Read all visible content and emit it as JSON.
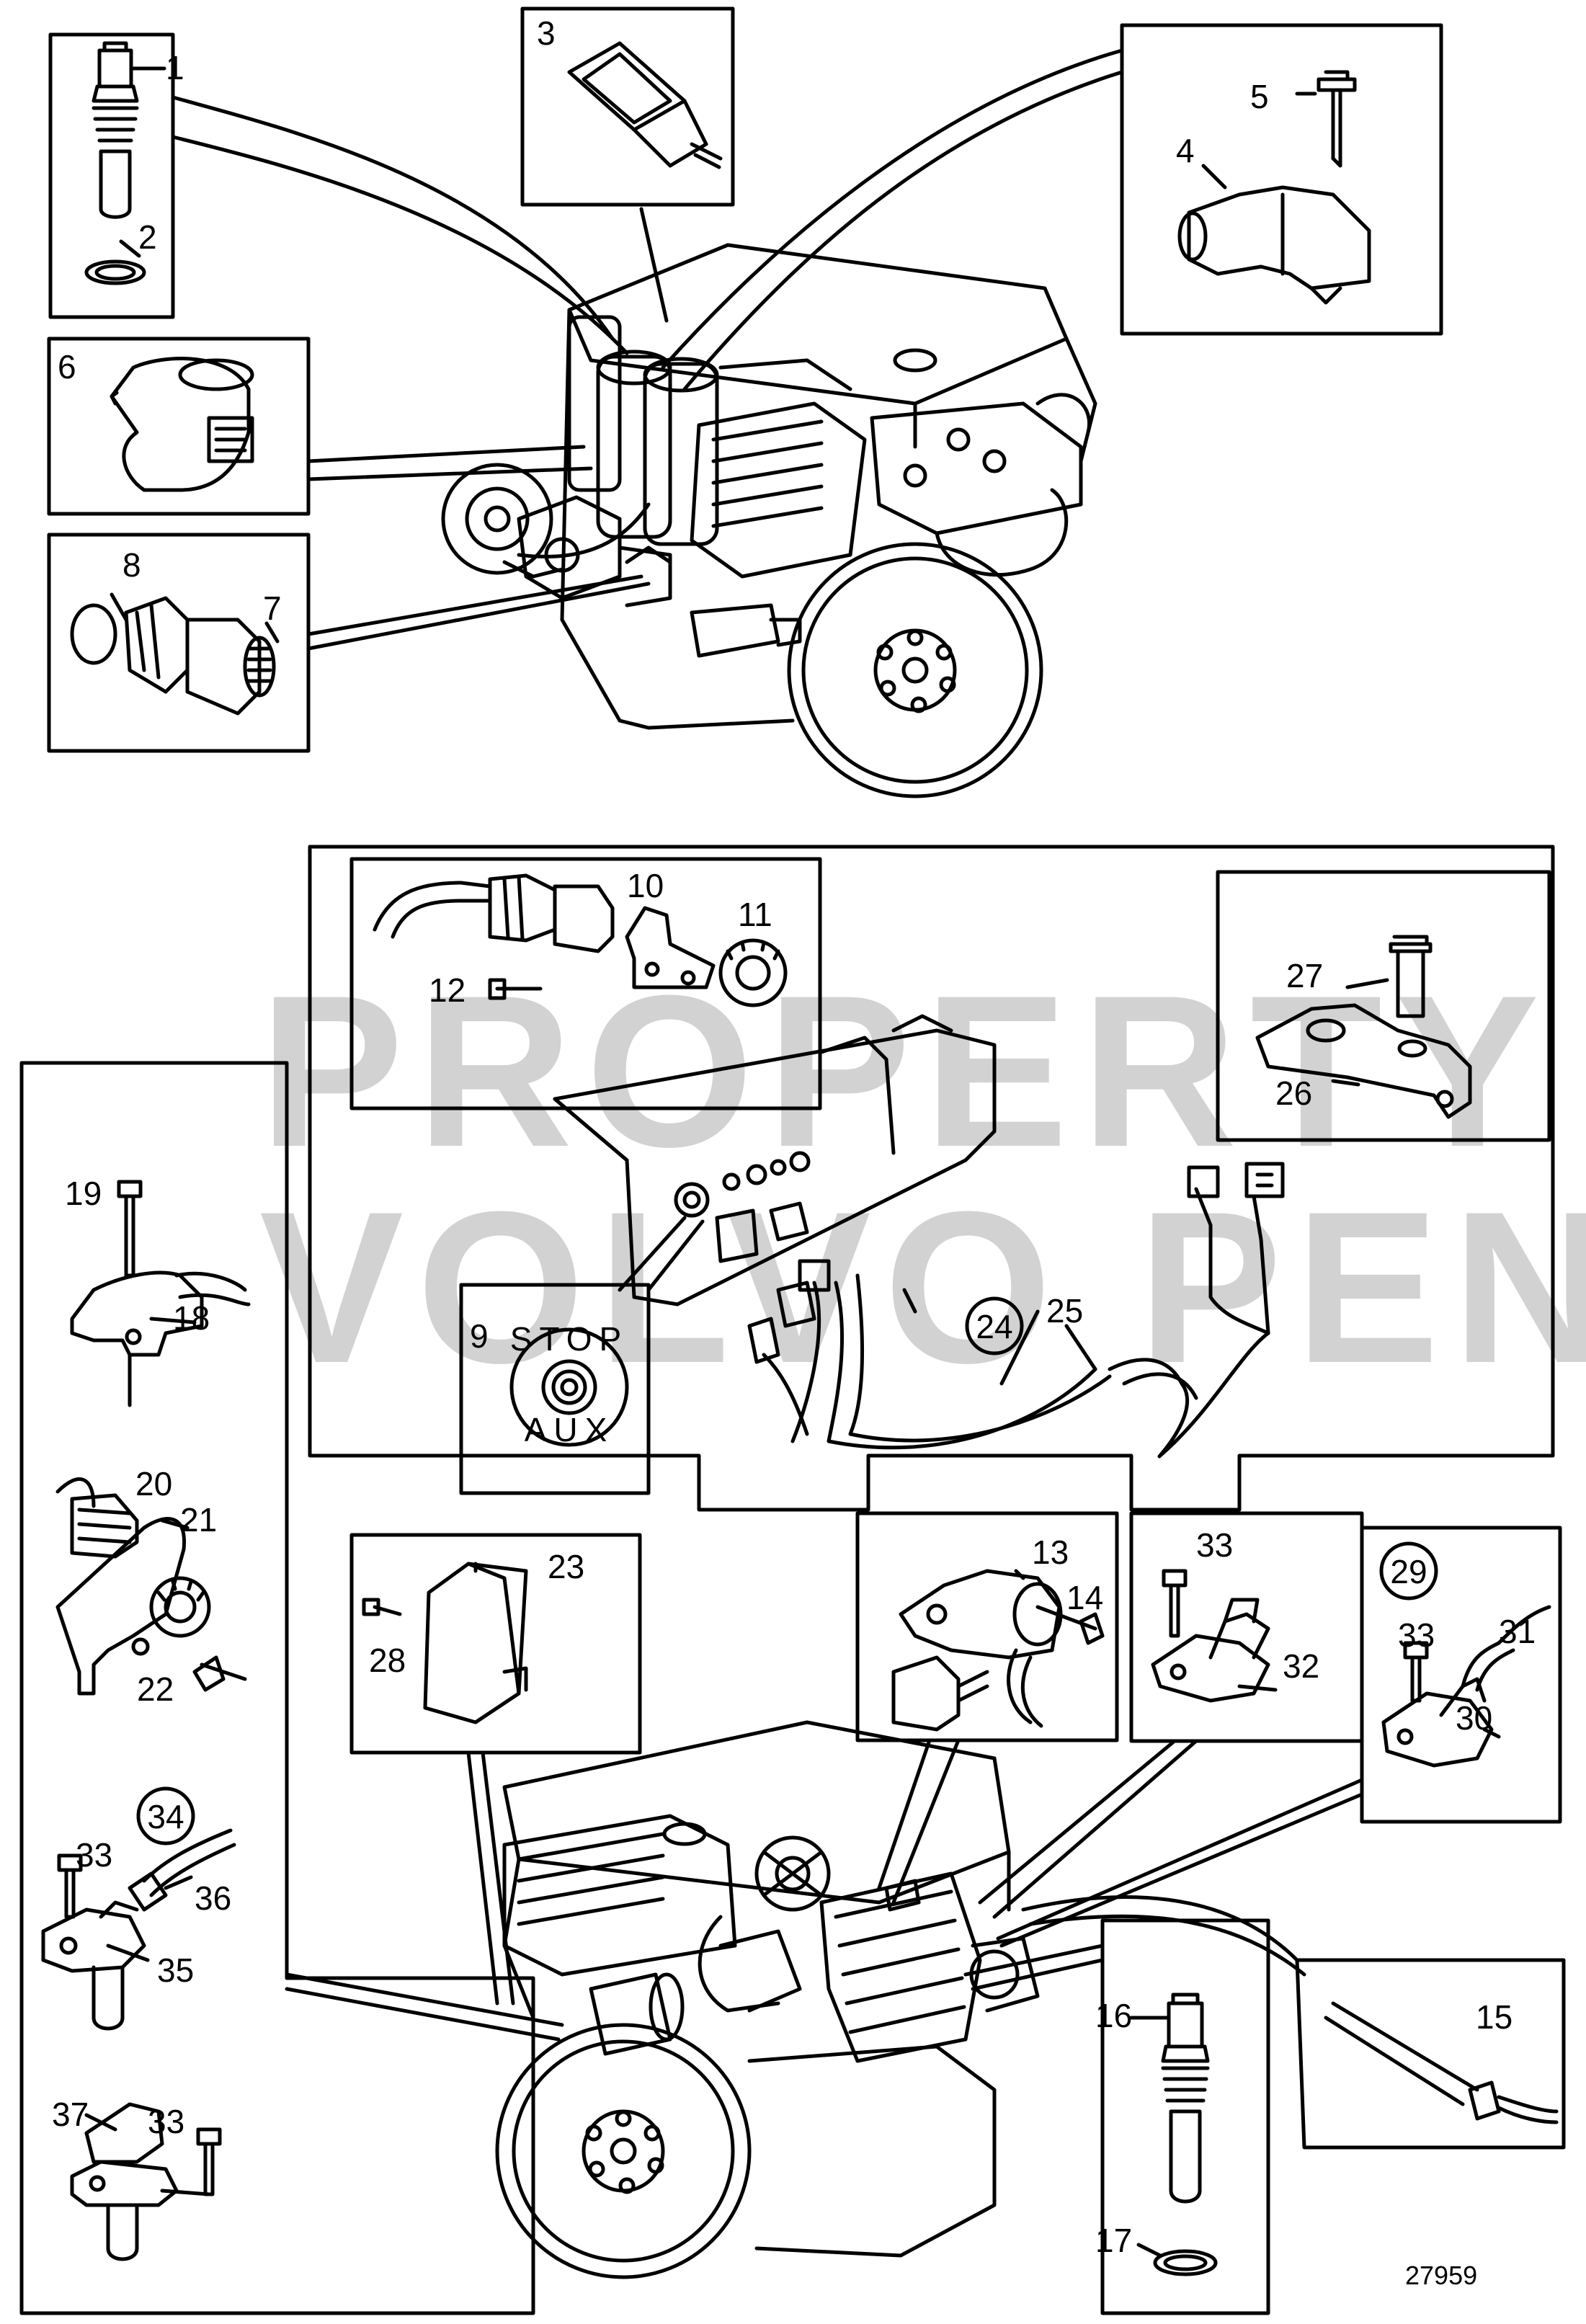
{
  "diagram": {
    "sheet_number": "27959",
    "watermark": [
      "PROPERTY OF",
      "VOLVO PENTA"
    ],
    "stop_button": {
      "top_text": "STOP",
      "bottom_text": "AUX"
    },
    "callouts": {
      "n1": "1",
      "n2": "2",
      "n3": "3",
      "n4": "4",
      "n5": "5",
      "n6": "6",
      "n7": "7",
      "n8": "8",
      "n9": "9",
      "n10": "10",
      "n11": "11",
      "n12": "12",
      "n13": "13",
      "n14": "14",
      "n15": "15",
      "n16": "16",
      "n17": "17",
      "n18": "18",
      "n19": "19",
      "n20": "20",
      "n21": "21",
      "n22": "22",
      "n23": "23",
      "n24": "24",
      "n25": "25",
      "n26": "26",
      "n27": "27",
      "n28": "28",
      "n29": "29",
      "n30": "30",
      "n31": "31",
      "n32": "32",
      "n33": "33",
      "n34": "34",
      "n35": "35",
      "n36": "36",
      "n37": "37"
    }
  }
}
